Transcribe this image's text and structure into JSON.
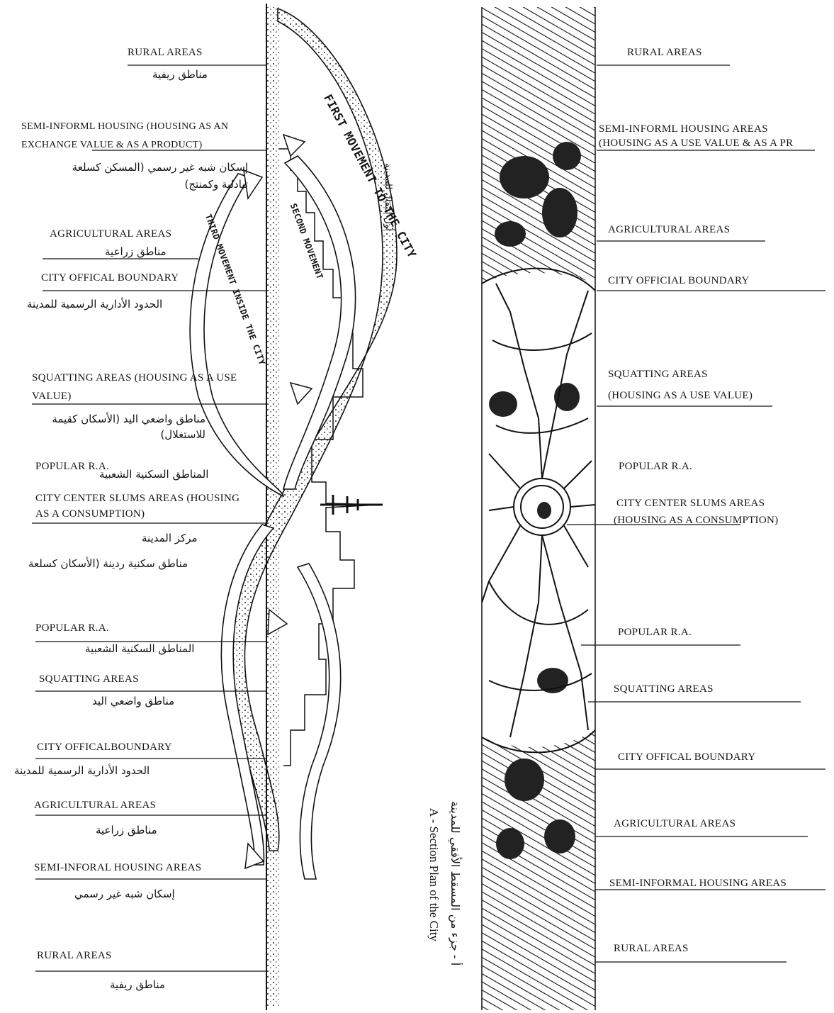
{
  "left_section": {
    "labels": [
      {
        "en": "RURAL AREAS",
        "ar": "مناطق ريفية"
      },
      {
        "en": "SEMI-INFORML HOUSING (HOUSING AS AN EXCHANGE VALUE & AS A PRODUCT)",
        "ar": "إسكان شبه غير رسمي (المسكن كسلعة تبادلية وكمنتج)"
      },
      {
        "en": "AGRICULTURAL AREAS",
        "ar": "مناطق زراعية"
      },
      {
        "en": "CITY OFFICAL BOUNDARY",
        "ar": "الحدود الأدارية الرسمية للمدينة"
      },
      {
        "en": "SQUATTING AREAS (HOUSING AS A USE VALUE)",
        "ar": "مناطق واضعي اليد (الأسكان كقيمة للاستغلال)"
      },
      {
        "en": "POPULAR R.A.",
        "ar": "المناطق السكنية الشعبية"
      },
      {
        "en": "CITY CENTER SLUMS AREAS (HOUSING AS A CONSUMPTION)",
        "ar": "مركز المدينة"
      },
      {
        "en": "",
        "ar": "مناطق سكنية ردينة (الأسكان كسلعة"
      },
      {
        "en": "POPULAR R.A.",
        "ar": "المناطق السكنية الشعبية"
      },
      {
        "en": "SQUATTING AREAS",
        "ar": "مناطق واضعي اليد"
      },
      {
        "en": "CITY OFFICALBOUNDARY",
        "ar": "الحدود الأدارية الرسمية للمدينة"
      },
      {
        "en": "AGRICULTURAL AREAS",
        "ar": "مناطق زراعية"
      },
      {
        "en": "SEMI-INFORAL HOUSING AREAS",
        "ar": "إسكان شبه غير رسمي"
      },
      {
        "en": "RURAL AREAS",
        "ar": "مناطق ريفية"
      }
    ],
    "arrows": {
      "first": "FIRST MOVEMENT TO THE CITY",
      "second": "SECOND MOVEMENT",
      "third": "THIRD MOVEMENT INSIDE THE CITY",
      "first_ar": "أول انتقال للمدينة"
    }
  },
  "right_section": {
    "labels": [
      "RURAL AREAS",
      "SEMI-INFORML HOUSING AREAS",
      "(HOUSING AS A USE VALUE & AS A PR",
      "AGRICULTURAL AREAS",
      "CITY OFFICIAL BOUNDARY",
      "SQUATTING AREAS",
      "(HOUSING AS A USE VALUE)",
      "POPULAR R.A.",
      "CITY CENTER SLUMS AREAS",
      "(HOUSING AS A CONSUMPTION)",
      "POPULAR R.A.",
      "SQUATTING AREAS",
      "CITY OFFICAL BOUNDARY",
      "AGRICULTURAL AREAS",
      "SEMI-INFORMAL HOUSING AREAS",
      "RURAL AREAS"
    ],
    "caption_en": "A - Section Plan of the City",
    "caption_ar": "أ - جزء من المسقط الأفقي للمدينة"
  }
}
